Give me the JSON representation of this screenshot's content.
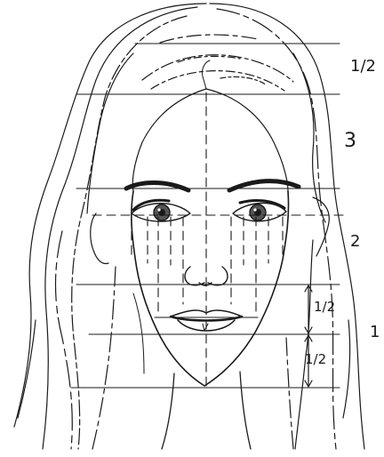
{
  "labels": {
    "forehead_top": "1/2",
    "forehead": "3",
    "nose": "2",
    "lip_upper": "1/2",
    "mouth_chin": "1",
    "lip_lower": "1/2"
  },
  "icons": {
    "face": "female-face-sketch",
    "hair": "long-hair-strands"
  },
  "colors": {
    "ink": "#1a1a1a",
    "background": "#ffffff"
  }
}
